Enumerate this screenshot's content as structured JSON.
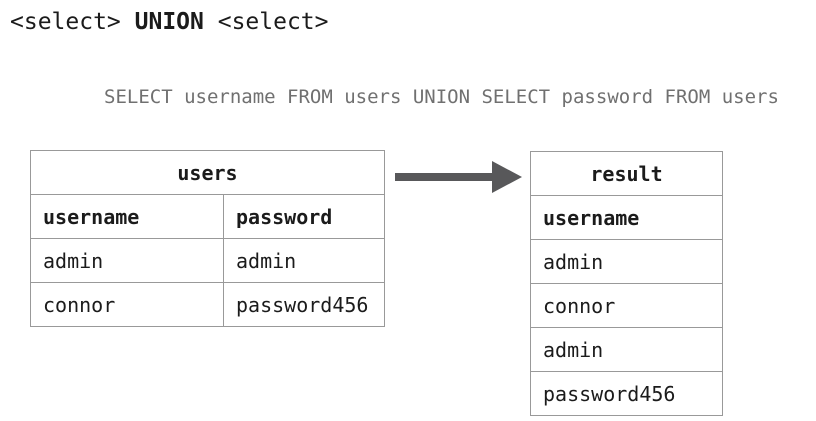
{
  "title": {
    "left": "<select>",
    "union": "UNION",
    "right": "<select>"
  },
  "query": "SELECT username FROM users UNION SELECT password FROM users",
  "users_table": {
    "title": "users",
    "columns": [
      "username",
      "password"
    ],
    "rows": [
      [
        "admin",
        "admin"
      ],
      [
        "connor",
        "password456"
      ]
    ]
  },
  "result_table": {
    "title": "result",
    "columns": [
      "username"
    ],
    "rows": [
      "admin",
      "connor",
      "admin",
      "password456"
    ]
  },
  "icons": {
    "arrow": "right-arrow"
  },
  "colors": {
    "background": "#ffffff",
    "title_text": "#1b1b1b",
    "query_text": "#707070",
    "table_text": "#1b1b1b",
    "table_border": "#999999",
    "arrow": "#58585a"
  }
}
